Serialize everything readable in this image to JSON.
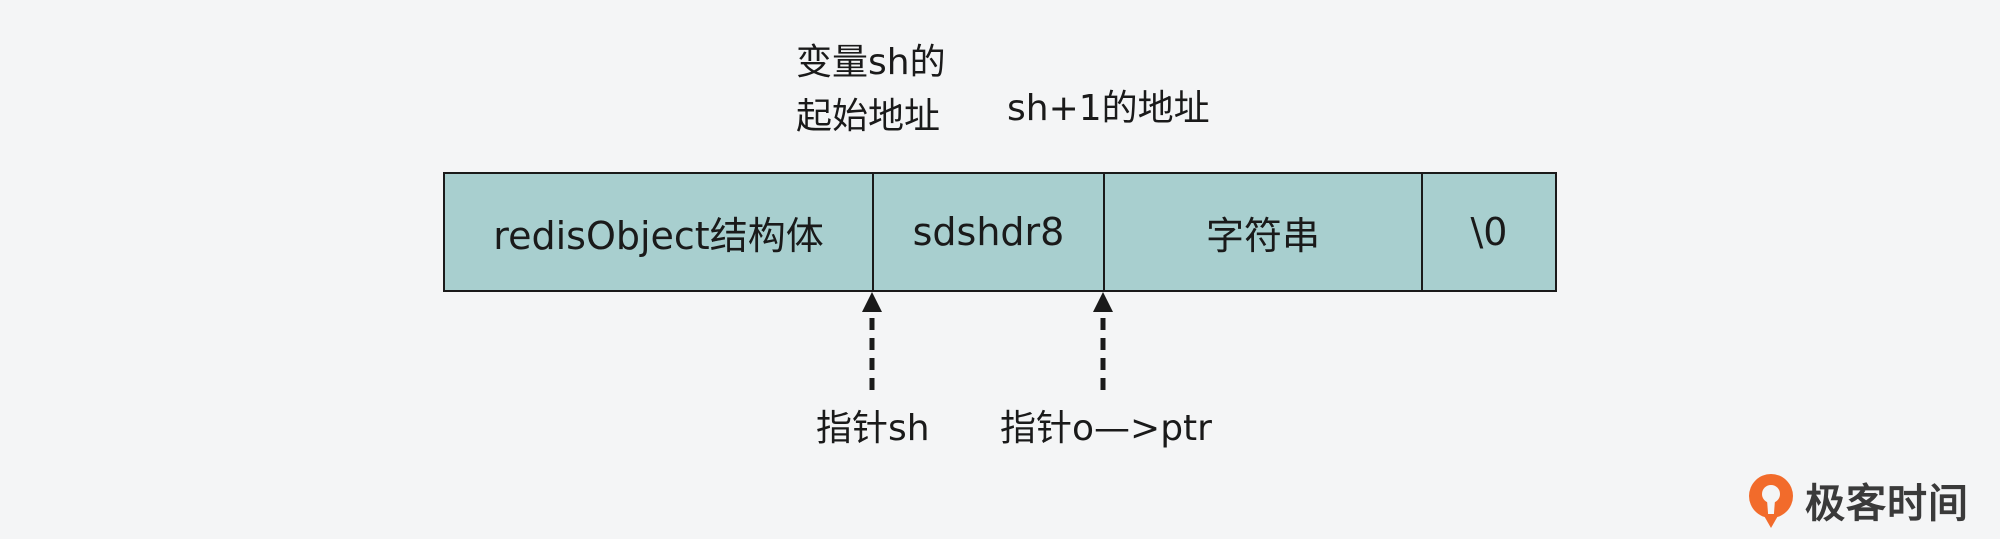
{
  "labels": {
    "start_address_line1": "变量sh的",
    "start_address_line2": "起始地址",
    "sh_plus_one": "sh+1的地址",
    "pointer_sh": "指针sh",
    "pointer_o_ptr": "指针o—>ptr"
  },
  "memory_cells": [
    "redisObject结构体",
    "sdshdr8",
    "字符串",
    "\\0"
  ],
  "logo": {
    "text": "极客时间"
  },
  "colors": {
    "background": "#f4f5f6",
    "cell_fill": "#a8cfcf",
    "line": "#1a1a1a",
    "logo_orange": "#f26b2b"
  }
}
